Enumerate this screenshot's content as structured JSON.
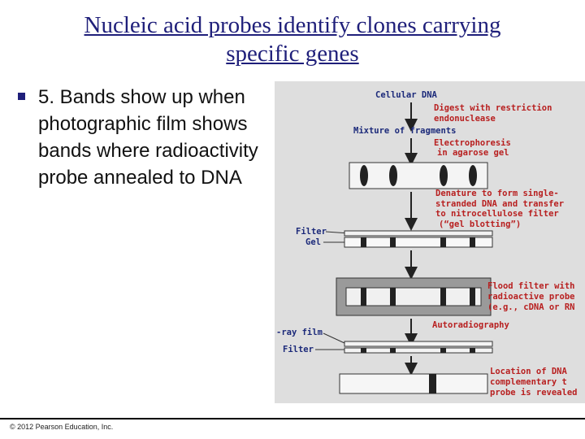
{
  "slide": {
    "title_line1": "Nucleic acid probes identify clones carrying",
    "title_line2": "specific genes",
    "bullet_text": "5.  Bands show up when photographic film shows bands where radioactivity probe annealed to DNA",
    "footer": "© 2012 Pearson Education, Inc."
  },
  "figure": {
    "cellular_dna": "Cellular DNA",
    "digest_line1": "Digest with restriction",
    "digest_line2": "endonuclease",
    "mixture": "Mixture of fragments",
    "electro_line1": "Electrophoresis",
    "electro_line2": "in agarose gel",
    "denature_line1": "Denature to form single-",
    "denature_line2": "stranded DNA and transfer",
    "denature_line3": "to nitrocellulose filter",
    "denature_line4": "(“gel blotting”)",
    "filter": "Filter",
    "gel": "Gel",
    "flood_line1": "Flood filter with",
    "flood_line2": "radioactive probe",
    "flood_line3": "(e.g., cDNA or RN",
    "autoradiography": "Autoradiography",
    "xray_film": "-ray film",
    "filter2": "Filter",
    "location_line1": "Location of DNA",
    "location_line2": "complementary t",
    "location_line3": "probe is revealed"
  },
  "colors": {
    "title": "#1f1f7a",
    "label_blue": "#1c2a7a",
    "label_red": "#b82020",
    "figure_bg": "#dedede"
  }
}
